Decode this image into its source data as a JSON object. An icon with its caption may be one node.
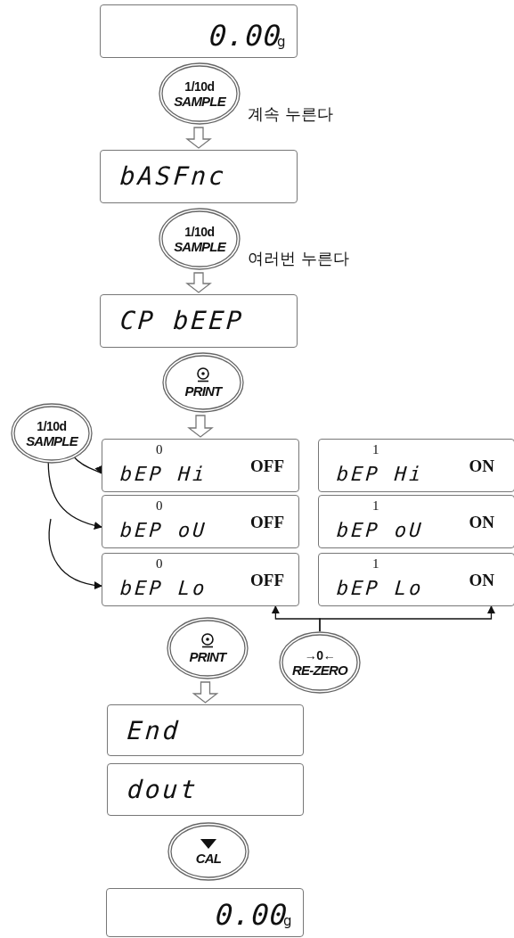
{
  "diagram": {
    "nodes": [
      {
        "text": [
          "0.00",
          "g"
        ]
      },
      {
        "text": [
          "1/10d",
          "SAMPLE"
        ],
        "beside": [
          "계속 누른다"
        ]
      },
      {
        "text": [
          "bASFnc"
        ]
      },
      {
        "text": [
          "1/10d",
          "SAMPLE"
        ],
        "beside": [
          "여러번 누른다"
        ]
      },
      {
        "text": [
          "CP bEEP"
        ]
      },
      {
        "text": [
          "PRINT"
        ]
      },
      {
        "text": [
          "0",
          "bEP Hi",
          "OFF"
        ]
      },
      {
        "text": [
          "1",
          "bEP Hi",
          "ON"
        ]
      },
      {
        "text": [
          "0",
          "bEP oU",
          "OFF"
        ]
      },
      {
        "text": [
          "1",
          "bEP oU",
          "ON"
        ]
      },
      {
        "text": [
          "0",
          "bEP Lo",
          "OFF"
        ]
      },
      {
        "text": [
          "1",
          "bEP Lo",
          "ON"
        ]
      },
      {
        "text": [
          "1/10d",
          "SAMPLE"
        ]
      },
      {
        "text": [
          "PRINT"
        ]
      },
      {
        "text": [
          "→0←",
          "RE-ZERO"
        ]
      },
      {
        "text": [
          "End"
        ]
      },
      {
        "text": [
          "dout"
        ]
      },
      {
        "text": [
          "CAL"
        ]
      },
      {
        "text": [
          "0.00",
          "g"
        ]
      }
    ],
    "edges": [
      {
        "from": 1,
        "to": 2,
        "arrow": "to"
      },
      {
        "from": 3,
        "to": 4,
        "arrow": "to"
      },
      {
        "from": 5,
        "to": 6,
        "arrow": "to"
      },
      {
        "from": 12,
        "to": 6,
        "arrow": "to"
      },
      {
        "from": 12,
        "to": 8,
        "arrow": "to"
      },
      {
        "from": null,
        "to": 10,
        "arrow": "to"
      },
      {
        "from": 14,
        "to": 10,
        "arrow": "to"
      },
      {
        "from": 14,
        "to": 11,
        "arrow": "to"
      },
      {
        "from": 13,
        "to": 15,
        "arrow": "to"
      }
    ]
  }
}
